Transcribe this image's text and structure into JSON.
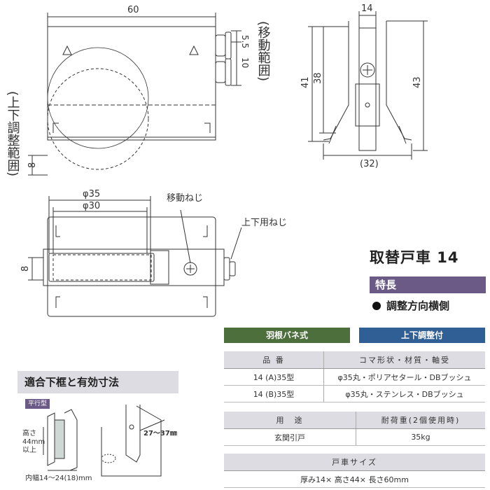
{
  "product": {
    "title": "取替戸車 14",
    "feature_header": "特長",
    "feature_bullet": "調整方向横側"
  },
  "tags": {
    "type": "羽根バネ式",
    "adjust": "上下調整付"
  },
  "spec_table": {
    "headers": [
      "品 番",
      "コマ形状・材質・軸受"
    ],
    "rows": [
      [
        "14 (A)35型",
        "φ35丸・ポリアセタール・DBブッシュ"
      ],
      [
        "14 (B)35型",
        "φ35丸・ステンレス・DBブッシュ"
      ]
    ]
  },
  "use_table": {
    "headers": [
      "用　途",
      "耐荷重(2個使用時)"
    ],
    "row": [
      "玄関引戸",
      "35kg"
    ]
  },
  "size_table": {
    "header": "戸車サイズ",
    "value": "厚み14× 高さ44× 長さ60mm"
  },
  "fit": {
    "title": "適合下框と有効寸法",
    "tag": "平行型",
    "height_label": "高さ",
    "height_value": "44mm",
    "height_suffix": "以上",
    "width_label": "内幅14～24(18)mm",
    "range_label": "27～37㎜"
  },
  "drawing_labels": {
    "dim_60": "60",
    "dim_5_5": "5.5",
    "dim_10": "10",
    "move_range": "(移動範囲)",
    "updown_range": "(上下調整範囲)",
    "dim_8_top": "8",
    "dim_14": "14",
    "dim_41": "41",
    "dim_38": "38",
    "dim_43": "43",
    "dim_32": "(32)",
    "phi35": "φ35",
    "phi30": "φ30",
    "move_screw": "移動ねじ",
    "updown_screw": "上下用ねじ",
    "dim_8_bottom": "8"
  }
}
